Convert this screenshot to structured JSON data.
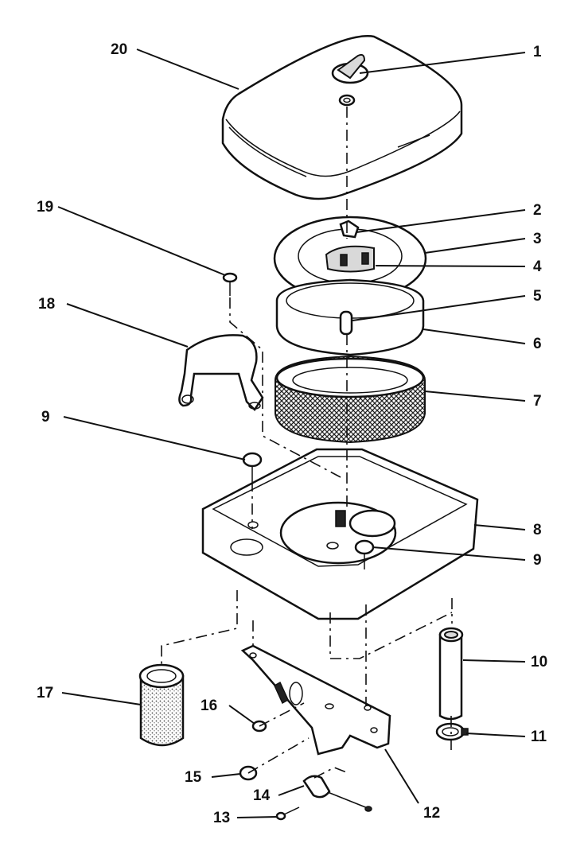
{
  "callouts": {
    "c1": "1",
    "c2": "2",
    "c3": "3",
    "c4": "4",
    "c5": "5",
    "c6": "6",
    "c7": "7",
    "c8": "8",
    "c9a": "9",
    "c9b": "9",
    "c10": "10",
    "c11": "11",
    "c12": "12",
    "c13": "13",
    "c14": "14",
    "c15": "15",
    "c16": "16",
    "c17": "17",
    "c18": "18",
    "c19": "19",
    "c20": "20"
  }
}
